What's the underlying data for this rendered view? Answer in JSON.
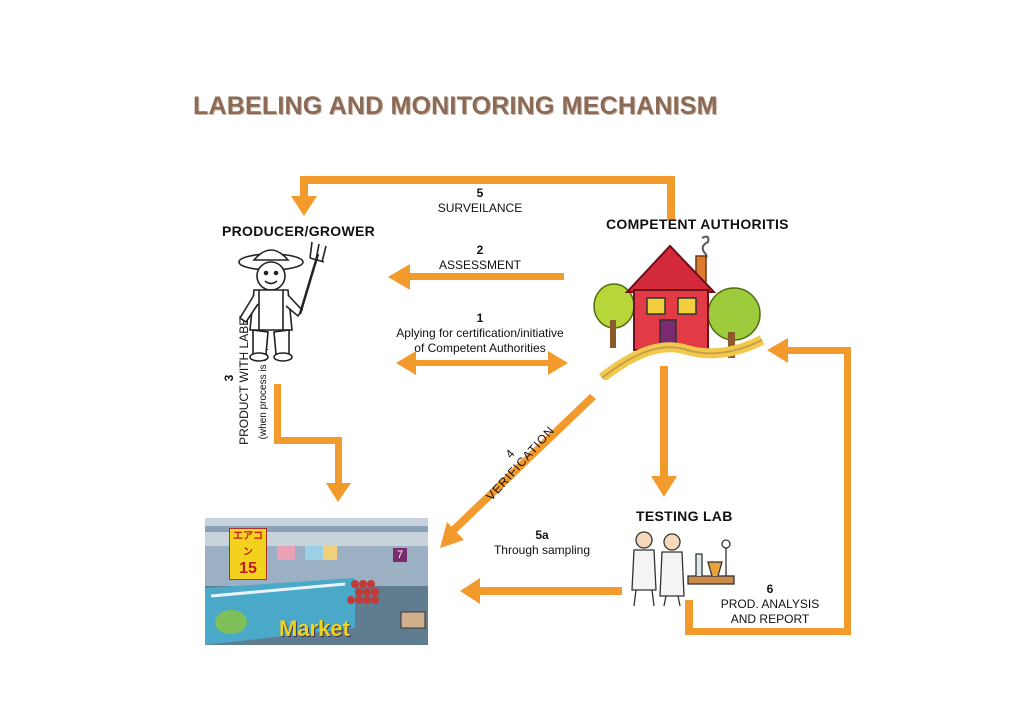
{
  "title": "LABELING AND MONITORING MECHANISM",
  "nodes": {
    "producer": "PRODUCER/GROWER",
    "authority": "COMPETENT AUTHORITIS",
    "lab": "TESTING LAB",
    "market": "Market"
  },
  "steps": {
    "s5": {
      "num": "5",
      "text": "SURVEILANCE"
    },
    "s2": {
      "num": "2",
      "text": "ASSESSMENT"
    },
    "s1": {
      "num": "1",
      "line1": "Aplying for certification/initiative",
      "line2": "of Competent Authorities"
    },
    "s3": {
      "num": "3",
      "line1": "PRODUCT WITH LABEL",
      "line2": "(when process is approved)"
    },
    "s4": {
      "num": "4",
      "text": "VERIFICATION"
    },
    "s5a": {
      "num": "5a",
      "text": "Through sampling"
    },
    "s6": {
      "num": "6",
      "line1": "PROD. ANALYSIS",
      "line2": "AND REPORT"
    }
  },
  "market_sign": {
    "line1": "エアコン",
    "line2": "15",
    "num7": "7"
  },
  "colors": {
    "arrow": "#f39a2d",
    "title": "#8b6a56"
  }
}
